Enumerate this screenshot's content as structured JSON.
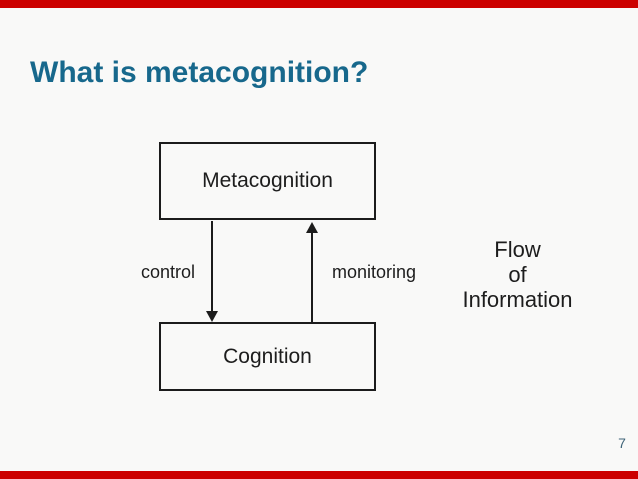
{
  "slide": {
    "title": "What is metacognition?",
    "page_number": "7"
  },
  "colors": {
    "accent_bar": "#cc0000",
    "title_text": "#17688c",
    "diagram_ink": "#1d1d1d",
    "page_number_text": "#3f6478",
    "background": "#f9f9f8"
  },
  "diagram": {
    "top_box_label": "Metacognition",
    "bottom_box_label": "Cognition",
    "down_arrow_label": "control",
    "up_arrow_label": "monitoring",
    "side_note_lines": [
      "Flow",
      "of",
      "Information"
    ]
  }
}
